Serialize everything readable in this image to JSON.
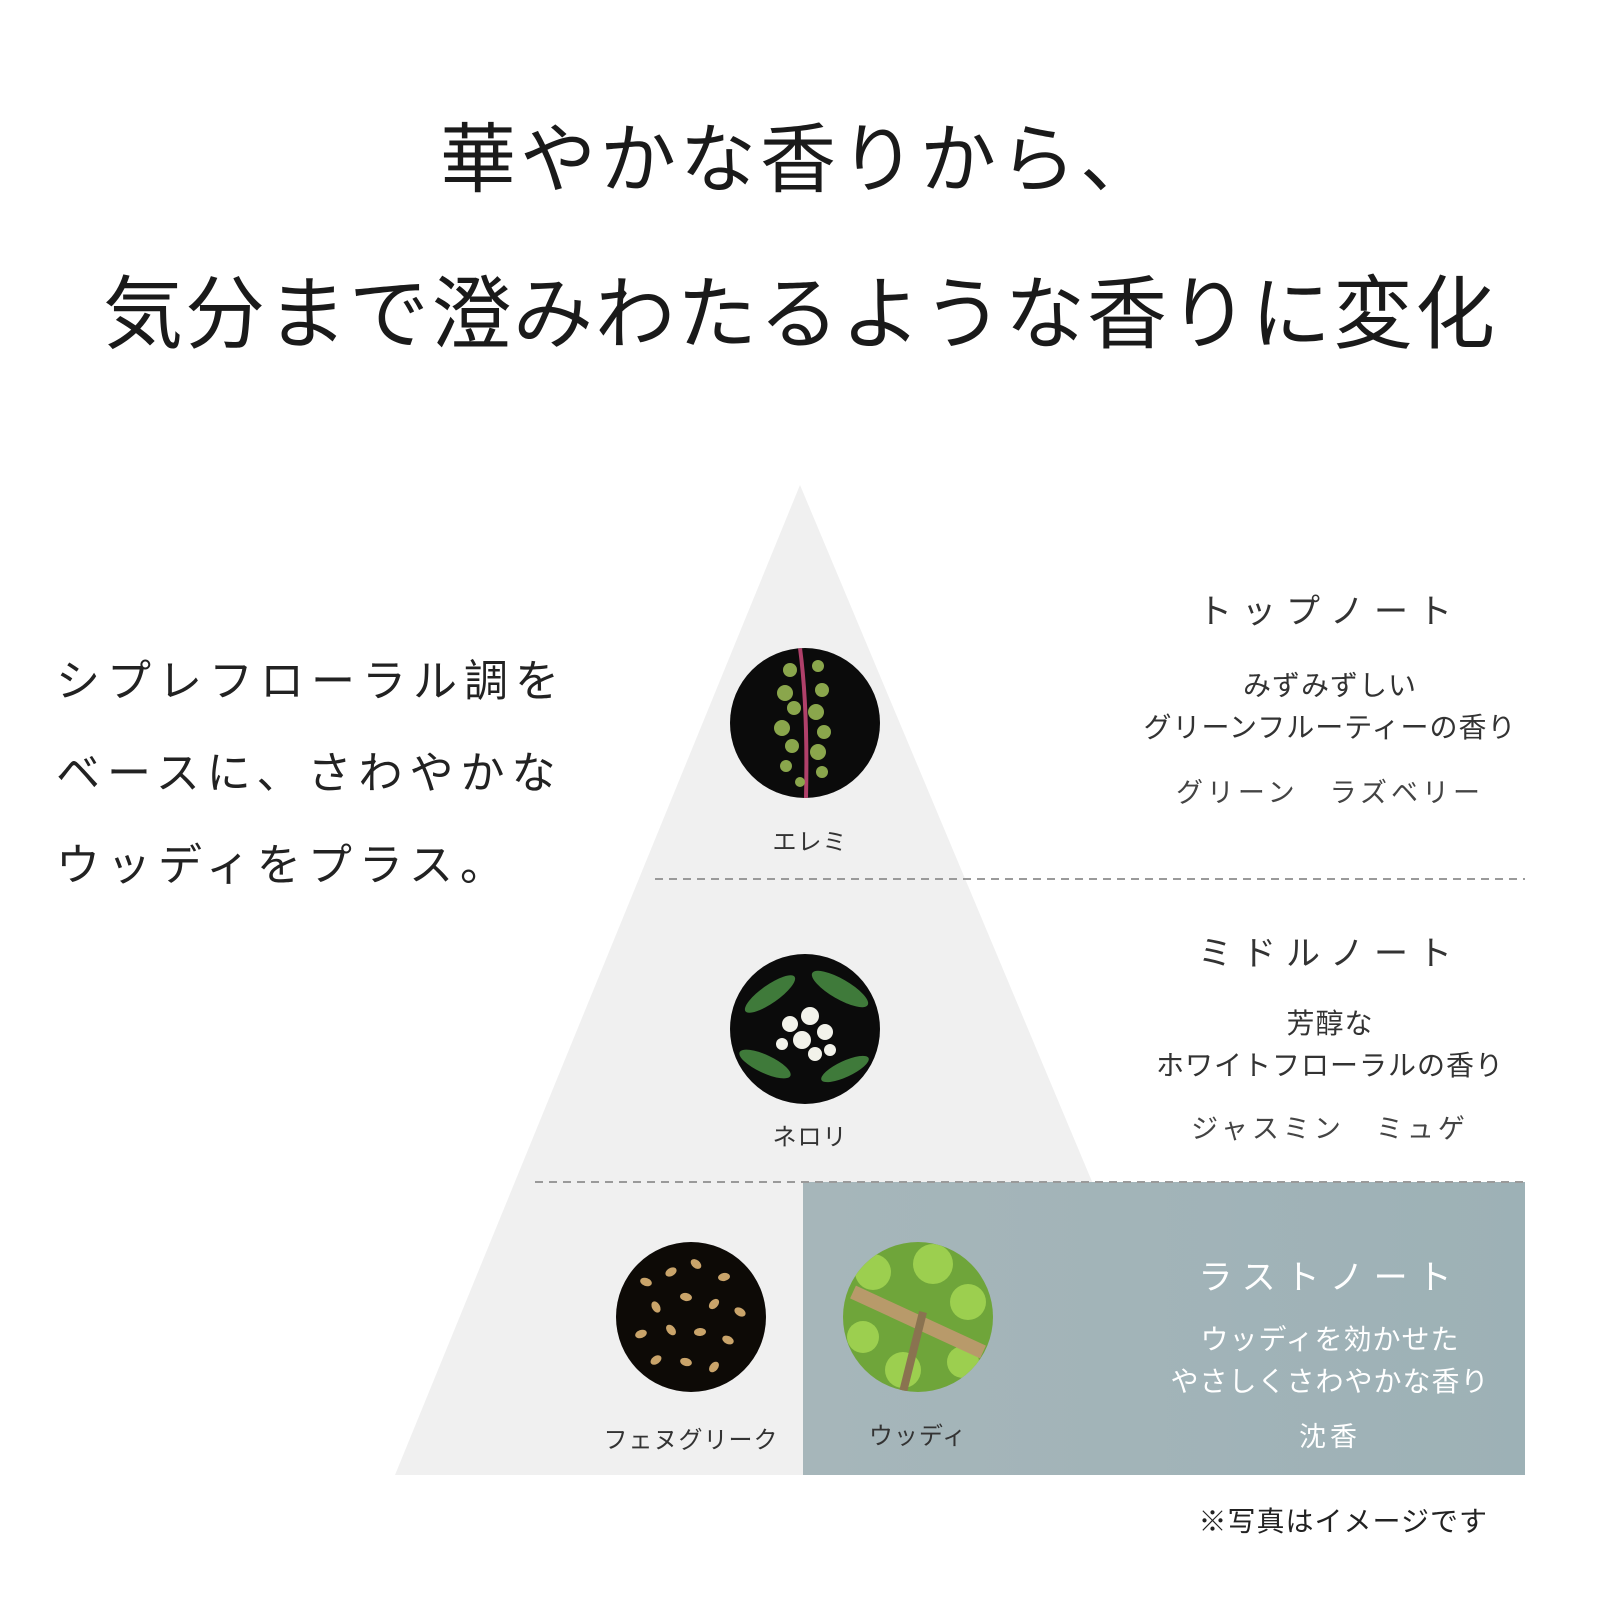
{
  "headline": {
    "line1": "華やかな香りから、",
    "line2": "気分まで澄みわたるような香りに変化"
  },
  "intro": {
    "lines": [
      "シプレフローラル調を",
      "ベースに、さわやかな",
      "ウッディをプラス。"
    ]
  },
  "photos": {
    "elemi": "エレミ",
    "neroli": "ネロリ",
    "fenugreek": "フェヌグリーク",
    "woody": "ウッディ"
  },
  "notes": {
    "top": {
      "title": "トップノート",
      "desc": [
        "みずみずしい",
        "グリーンフルーティーの香り"
      ],
      "ingredients": "グリーン　ラズベリー"
    },
    "middle": {
      "title": "ミドルノート",
      "desc": [
        "芳醇な",
        "ホワイトフローラルの香り"
      ],
      "ingredients": "ジャスミン　ミュゲ"
    },
    "last": {
      "title": "ラストノート",
      "desc": [
        "ウッディを効かせた",
        "やさしくさわやかな香り"
      ],
      "ingredients": "沈香"
    }
  },
  "footnote": "※写真はイメージです",
  "colors": {
    "pyramid": "#f0f0f0",
    "last_panel": "#a3b4b9",
    "divider": "#999999"
  }
}
